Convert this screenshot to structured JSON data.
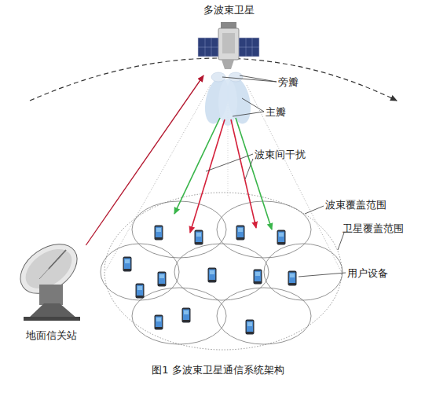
{
  "diagram": {
    "caption": "图1  多波束卫星通信系统架构",
    "nodes": [
      {
        "text": [
          "多波束卫星"
        ]
      },
      {
        "text": [
          "地面信关站"
        ]
      }
    ],
    "edges": [
      {
        "from": 1,
        "to": 0,
        "arrow": "to"
      }
    ],
    "labels": [
      "旁瓣",
      "主瓣",
      "波束间干扰",
      "波束覆盖范围",
      "卫星覆盖范围",
      "用户设备"
    ]
  }
}
